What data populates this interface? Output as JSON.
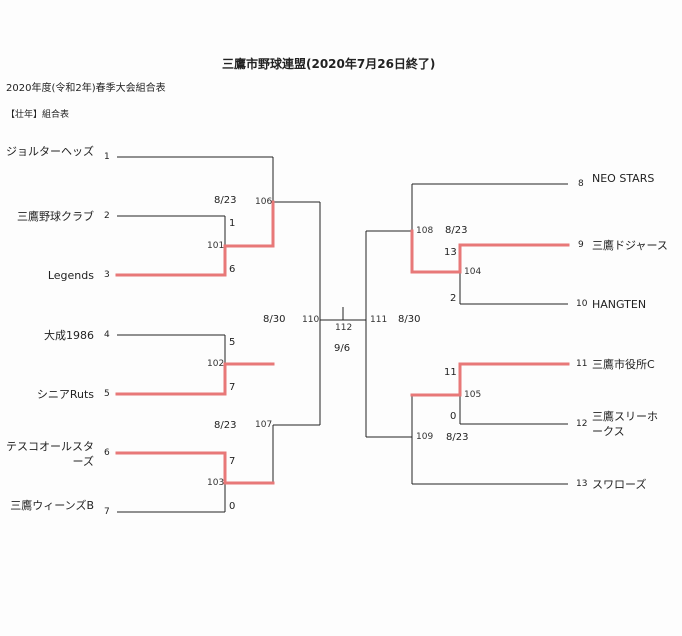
{
  "header": {
    "title": "三鷹市野球連盟(2020年7月26日終了)",
    "subtitle": "2020年度(令和2年)春季大会組合表",
    "section": "【壮年】組合表"
  },
  "left_teams": [
    {
      "seed": "1",
      "name": "ジョルターヘッズ"
    },
    {
      "seed": "2",
      "name": "三鷹野球クラブ"
    },
    {
      "seed": "3",
      "name": "Legends"
    },
    {
      "seed": "4",
      "name": "大成1986"
    },
    {
      "seed": "5",
      "name": "シニアRuts"
    },
    {
      "seed": "6",
      "name": "テスコオールスターズ"
    },
    {
      "seed": "7",
      "name": "三鷹ウィーンズB"
    }
  ],
  "right_teams": [
    {
      "seed": "8",
      "name": "NEO STARS"
    },
    {
      "seed": "9",
      "name": "三鷹ドジャース"
    },
    {
      "seed": "10",
      "name": "HANGTEN"
    },
    {
      "seed": "11",
      "name": "三鷹市役所C"
    },
    {
      "seed": "12",
      "name": "三鷹スリーホークス"
    },
    {
      "seed": "13",
      "name": "スワローズ"
    }
  ],
  "matches": {
    "m101": {
      "no": "101",
      "score_top": "1",
      "score_bottom": "6",
      "date": "8/23"
    },
    "m102": {
      "no": "102",
      "score_top": "5",
      "score_bottom": "7"
    },
    "m103": {
      "no": "103",
      "score_top": "7",
      "score_bottom": "0",
      "date": "8/23"
    },
    "m104": {
      "no": "104",
      "score_top": "13",
      "score_bottom": "2",
      "date": "8/23"
    },
    "m105": {
      "no": "105",
      "score_top": "11",
      "score_bottom": "0",
      "date": "8/23"
    },
    "m106": {
      "no": "106"
    },
    "m107": {
      "no": "107"
    },
    "m108": {
      "no": "108"
    },
    "m109": {
      "no": "109"
    },
    "m110": {
      "no": "110",
      "date": "8/30"
    },
    "m111": {
      "no": "111",
      "date": "8/30"
    },
    "m112": {
      "no": "112",
      "date": "9/6"
    }
  },
  "colors": {
    "line": "#222222",
    "winner": "#e87878"
  }
}
